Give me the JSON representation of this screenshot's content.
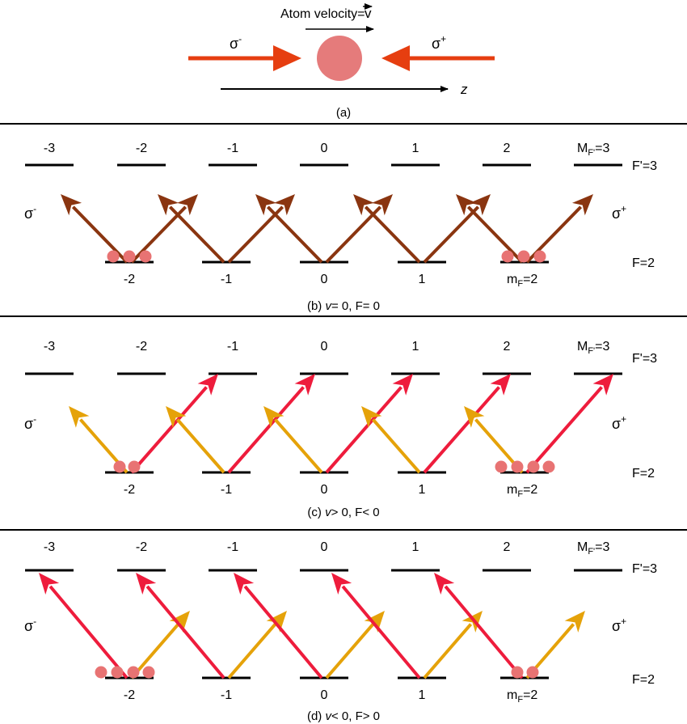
{
  "header": {
    "velocity_label": "Atom velocity=",
    "velocity_symbol": "v",
    "sigma_minus": "σ",
    "sigma_minus_sup": "-",
    "sigma_plus": "σ",
    "sigma_plus_sup": "+",
    "axis_label": "z",
    "caption": "(a)"
  },
  "colors": {
    "beam": "#e63e10",
    "atom": "#e57b7b",
    "brown": "#8a3510",
    "red": "#ee1c3c",
    "orange": "#e5a209",
    "atom_dot": "#e87373"
  },
  "common": {
    "upper_levels": [
      "-3",
      "-2",
      "-1",
      "0",
      "1",
      "2"
    ],
    "upper_last_prefix": "M",
    "upper_last_sub": "F'",
    "upper_last_value": "=3",
    "upper_state": "F'=3",
    "lower_levels": [
      "-2",
      "-1",
      "0",
      "1"
    ],
    "lower_last_prefix": "m",
    "lower_last_sub": "F",
    "lower_last_value": "=2",
    "lower_state": "F=2",
    "sigma_left": "σ",
    "sigma_left_sup": "-",
    "sigma_right": "σ",
    "sigma_right_sup": "+"
  },
  "panels": [
    {
      "id": "b",
      "caption_prefix": "(b) ",
      "caption_var": "v",
      "caption_rest": "= 0, F= 0",
      "left_color": "brown",
      "right_color": "brown"
    },
    {
      "id": "c",
      "caption_prefix": "(c) ",
      "caption_var": "v",
      "caption_rest": "> 0, F< 0",
      "left_color": "orange",
      "right_color": "red"
    },
    {
      "id": "d",
      "caption_prefix": "(d) ",
      "caption_var": "v",
      "caption_rest": "< 0, F> 0",
      "left_color": "red",
      "right_color": "orange"
    }
  ]
}
